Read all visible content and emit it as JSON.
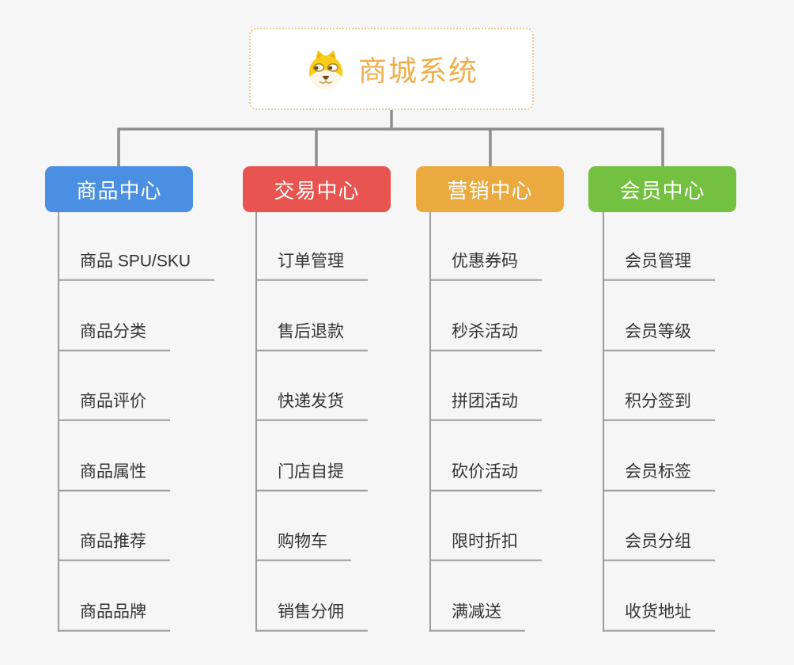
{
  "root": {
    "title": "商城系统",
    "icon": "doge-icon",
    "title_color": "#F1AE4C",
    "border_color": "#F1C68C"
  },
  "colors": {
    "background": "#F6F6F6",
    "connector_line": "#8E8E8E",
    "leaf_line": "#9C9C9C",
    "leaf_text": "#333333"
  },
  "centers": [
    {
      "label": "商品中心",
      "color": "#4B8FE2",
      "items": [
        "商品 SPU/SKU",
        "商品分类",
        "商品评价",
        "商品属性",
        "商品推荐",
        "商品品牌"
      ]
    },
    {
      "label": "交易中心",
      "color": "#E8544F",
      "items": [
        "订单管理",
        "售后退款",
        "快递发货",
        "门店自提",
        "购物车",
        "销售分佣"
      ]
    },
    {
      "label": "营销中心",
      "color": "#EBAA3F",
      "items": [
        "优惠券码",
        "秒杀活动",
        "拼团活动",
        "砍价活动",
        "限时折扣",
        "满减送"
      ]
    },
    {
      "label": "会员中心",
      "color": "#74C041",
      "items": [
        "会员管理",
        "会员等级",
        "积分签到",
        "会员标签",
        "会员分组",
        "收货地址"
      ]
    }
  ]
}
